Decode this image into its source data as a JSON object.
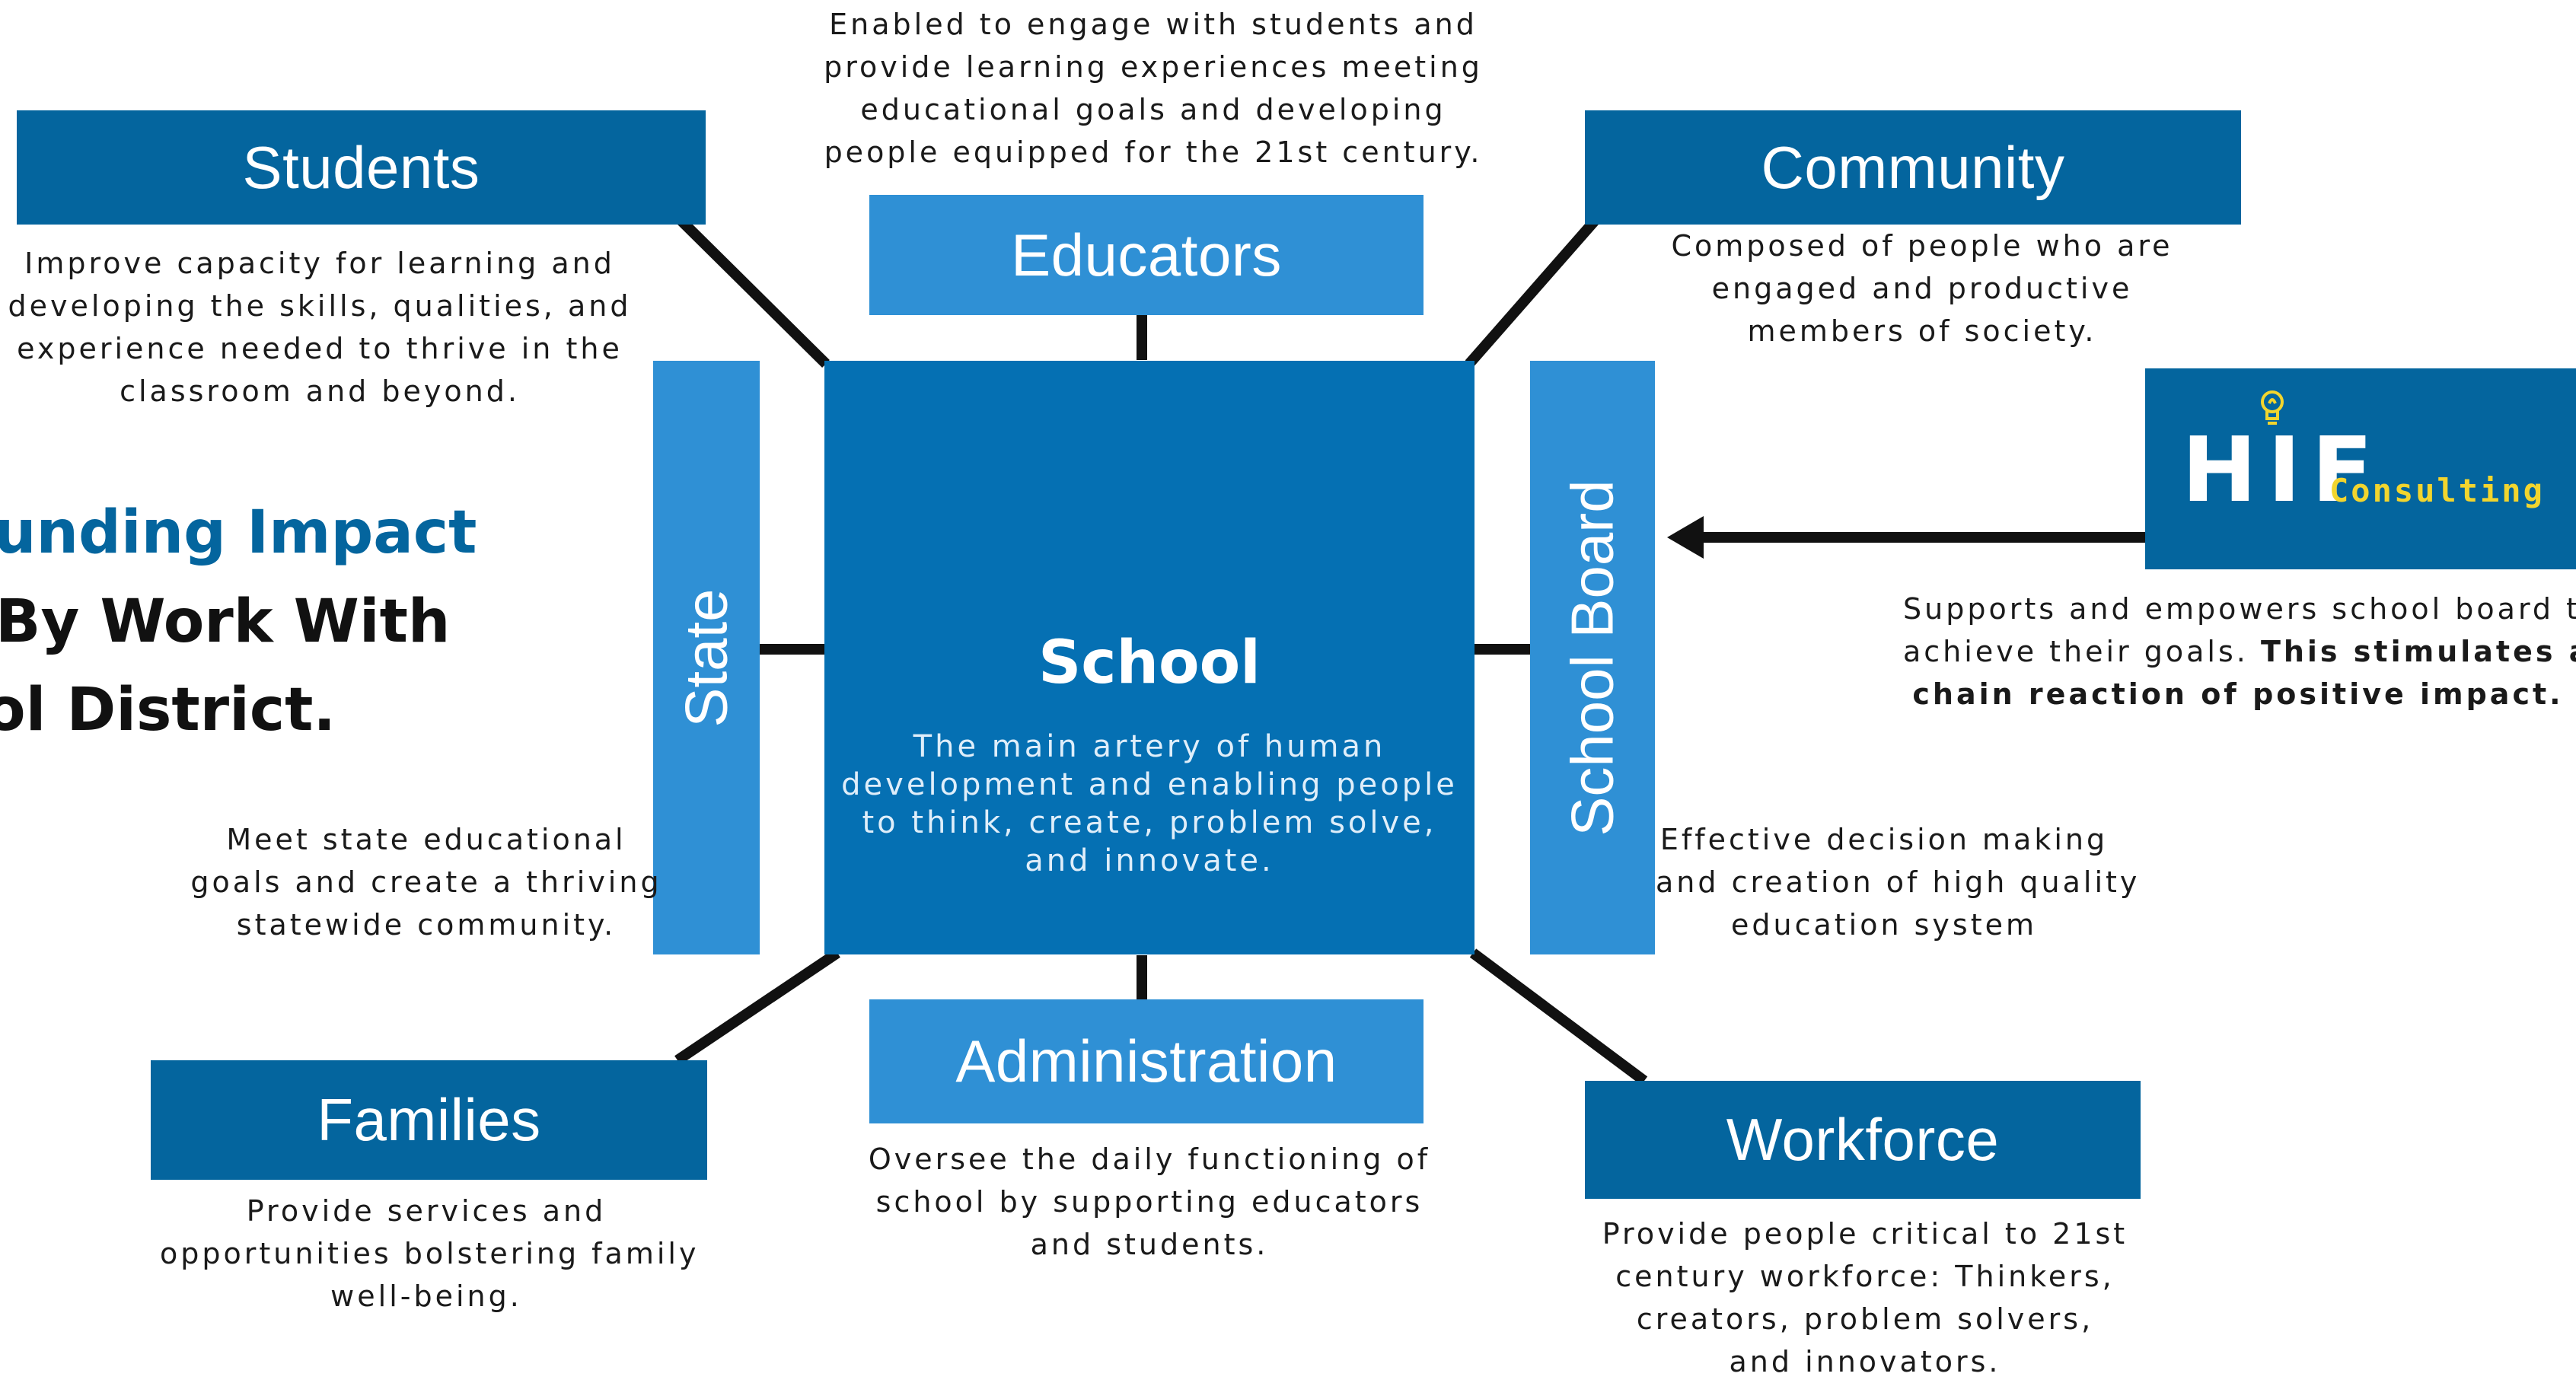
{
  "headline": {
    "line1": "unding Impact",
    "line2": "By Work With",
    "line3": "ol District.",
    "line1_color": "#04659e"
  },
  "center": {
    "title": "School",
    "desc": [
      "The main artery of human",
      "development and enabling people",
      "to think, create, problem solve,",
      "and innovate."
    ]
  },
  "nodes": {
    "students": {
      "label": "Students",
      "desc": [
        "Improve capacity for learning and",
        "developing the skills, qualities, and",
        "experience needed to thrive in the",
        "classroom and beyond."
      ]
    },
    "educators": {
      "label": "Educators",
      "desc": [
        "Enabled to engage with students and",
        "provide learning experiences meeting",
        "educational goals and developing",
        "people equipped for the 21st century."
      ]
    },
    "community": {
      "label": "Community",
      "desc": [
        "Composed of people who are",
        "engaged and productive",
        "members of society."
      ]
    },
    "state": {
      "label": "State",
      "desc": [
        "Meet state educational",
        "goals and create a thriving",
        "statewide community."
      ]
    },
    "school_board": {
      "label": "School Board",
      "desc": [
        "Effective decision making",
        "and creation of high quality",
        "education system"
      ]
    },
    "families": {
      "label": "Families",
      "desc": [
        "Provide services and",
        "opportunities bolstering family",
        "well-being."
      ]
    },
    "administration": {
      "label": "Administration",
      "desc": [
        "Oversee the daily functioning of",
        "school by supporting educators",
        "and students."
      ]
    },
    "workforce": {
      "label": "Workforce",
      "desc": [
        "Provide people critical to 21st",
        "century workforce: Thinkers,",
        "creators, problem solvers,",
        "and innovators."
      ]
    }
  },
  "hif": {
    "logo_main": "HIF",
    "logo_sub": "Consulting",
    "desc_line1": "Supports and empowers school board to",
    "desc_line2_plain": "achieve their goals. ",
    "desc_line2_bold": "This stimulates a",
    "desc_line3_bold": "chain reaction of positive impact.",
    "icon": "lightbulb-icon"
  },
  "colors": {
    "dark_blue": "#04659e",
    "light_blue": "#2f90d5",
    "center_blue": "#0570b3",
    "logo_yellow": "#f2d52e"
  }
}
